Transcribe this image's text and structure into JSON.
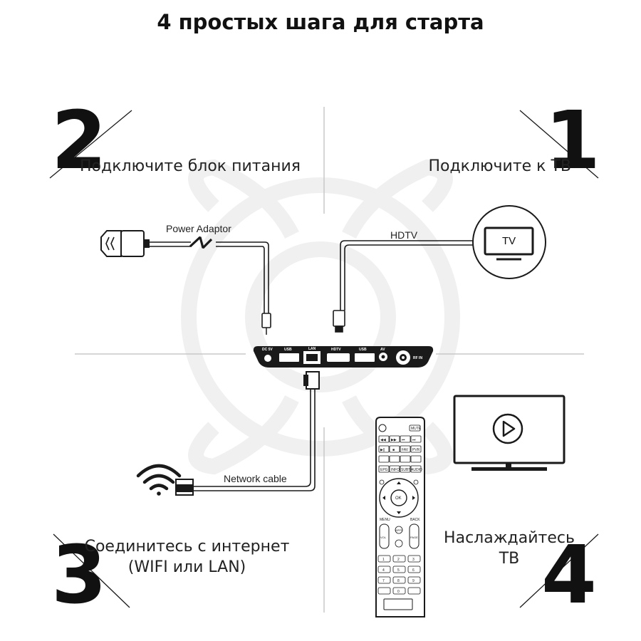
{
  "title": "4 простых шага для старта",
  "steps": [
    {
      "number": "1",
      "text": "Подключите к ТВ"
    },
    {
      "number": "2",
      "text": "Подключите блок питания"
    },
    {
      "number": "3",
      "text": "Соединитесь с интернет\n(WIFI или LAN)"
    },
    {
      "number": "4",
      "text": "Наслаждайтесь\nТВ"
    }
  ],
  "labels": {
    "power_adaptor": "Power Adaptor",
    "hdtv": "HDTV",
    "network_cable": "Network cable",
    "tv_icon": "TV"
  },
  "box_ports": [
    "DC 5V",
    "USB",
    "LAN",
    "HDTV",
    "USB",
    "AV",
    "RF IN"
  ],
  "remote": {
    "top": [
      "⏻",
      "MUTE"
    ],
    "media_row1": [
      "◀◀",
      "▶▶",
      "⏮",
      "⏭"
    ],
    "media_row2": [
      "▶||",
      "■",
      "FAV",
      "PVR"
    ],
    "func_row": [
      "EPG",
      "INFO",
      "SUBT",
      "AUDIO"
    ],
    "ok": "OK",
    "nav": [
      "MENU",
      "BACK"
    ],
    "rocker_mid": [
      "APPS",
      "HOME"
    ],
    "vol_ch": [
      "VOL",
      "PAGE"
    ],
    "keypad": [
      "1",
      "2",
      "3",
      "4",
      "5",
      "6",
      "7",
      "8",
      "9",
      "",
      "0",
      ""
    ]
  },
  "colors": {
    "ink": "#1a1a1a",
    "watermark": "#f1f1f1",
    "divider": "#bdbdbd"
  }
}
